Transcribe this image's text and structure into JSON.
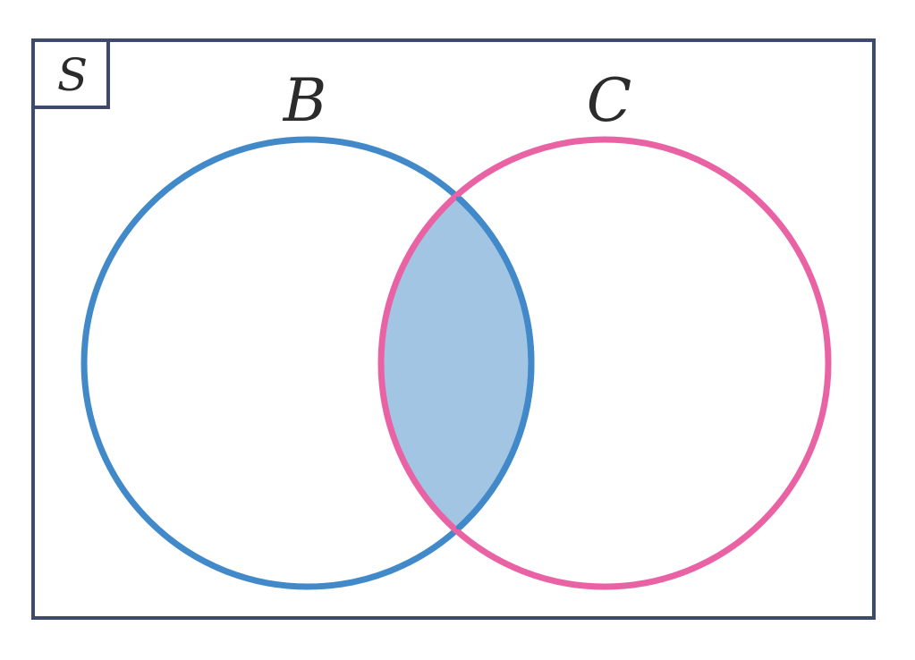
{
  "universe": {
    "label": "S",
    "border_color": "#3e4a6b"
  },
  "sets": [
    {
      "label": "B",
      "stroke_color": "#4189c8"
    },
    {
      "label": "C",
      "stroke_color": "#e963a4"
    }
  ],
  "shaded_region": {
    "region": "intersection",
    "fill_color": "#a2c5e4"
  },
  "label_color": "#2b2b2b"
}
